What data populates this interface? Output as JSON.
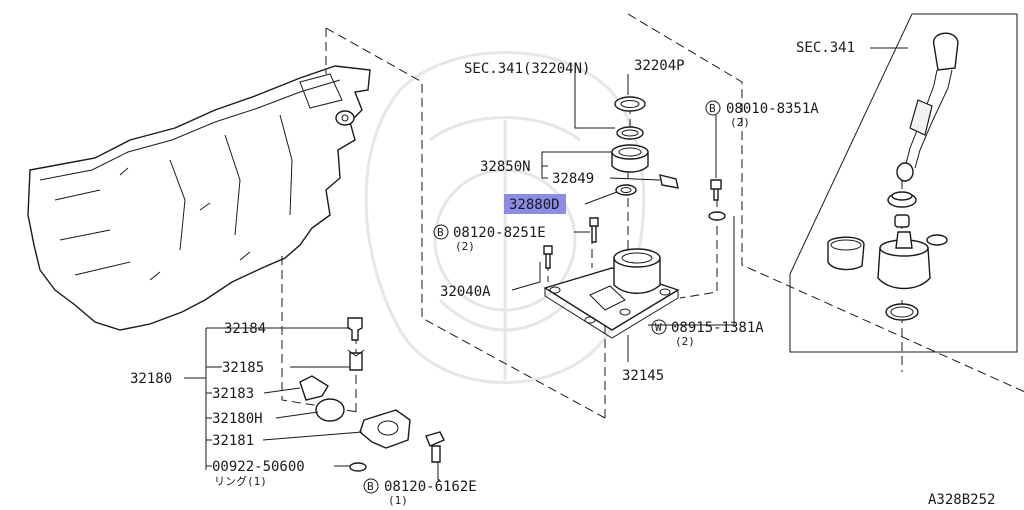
{
  "diagram": {
    "figure_code": "A328B252",
    "highlight_color": "#8c8ce6",
    "callouts": {
      "sec_341_32204n": "SEC.341(32204N)",
      "p_32204p": "32204P",
      "sec_341": "SEC.341",
      "bolt_08010": "08010-8351A",
      "bolt_08010_qty": "(2)",
      "p_32850n": "32850N",
      "p_32849": "32849",
      "p_32880d": "32880D",
      "bolt_08120_8251": "08120-8251E",
      "bolt_08120_8251_qty": "(2)",
      "p_32040a": "32040A",
      "washer_08915": "08915-1381A",
      "washer_08915_qty": "(2)",
      "p_32145": "32145",
      "p_32184": "32184",
      "p_32185": "32185",
      "p_32180": "32180",
      "p_32183": "32183",
      "p_32180h": "32180H",
      "p_32181": "32181",
      "p_00922": "00922-50600",
      "ring_note": "リング(1)",
      "bolt_08120_6162": "08120-6162E",
      "bolt_08120_6162_qty": "(1)"
    },
    "markers": {
      "bolt": "B",
      "washer": "W"
    }
  }
}
